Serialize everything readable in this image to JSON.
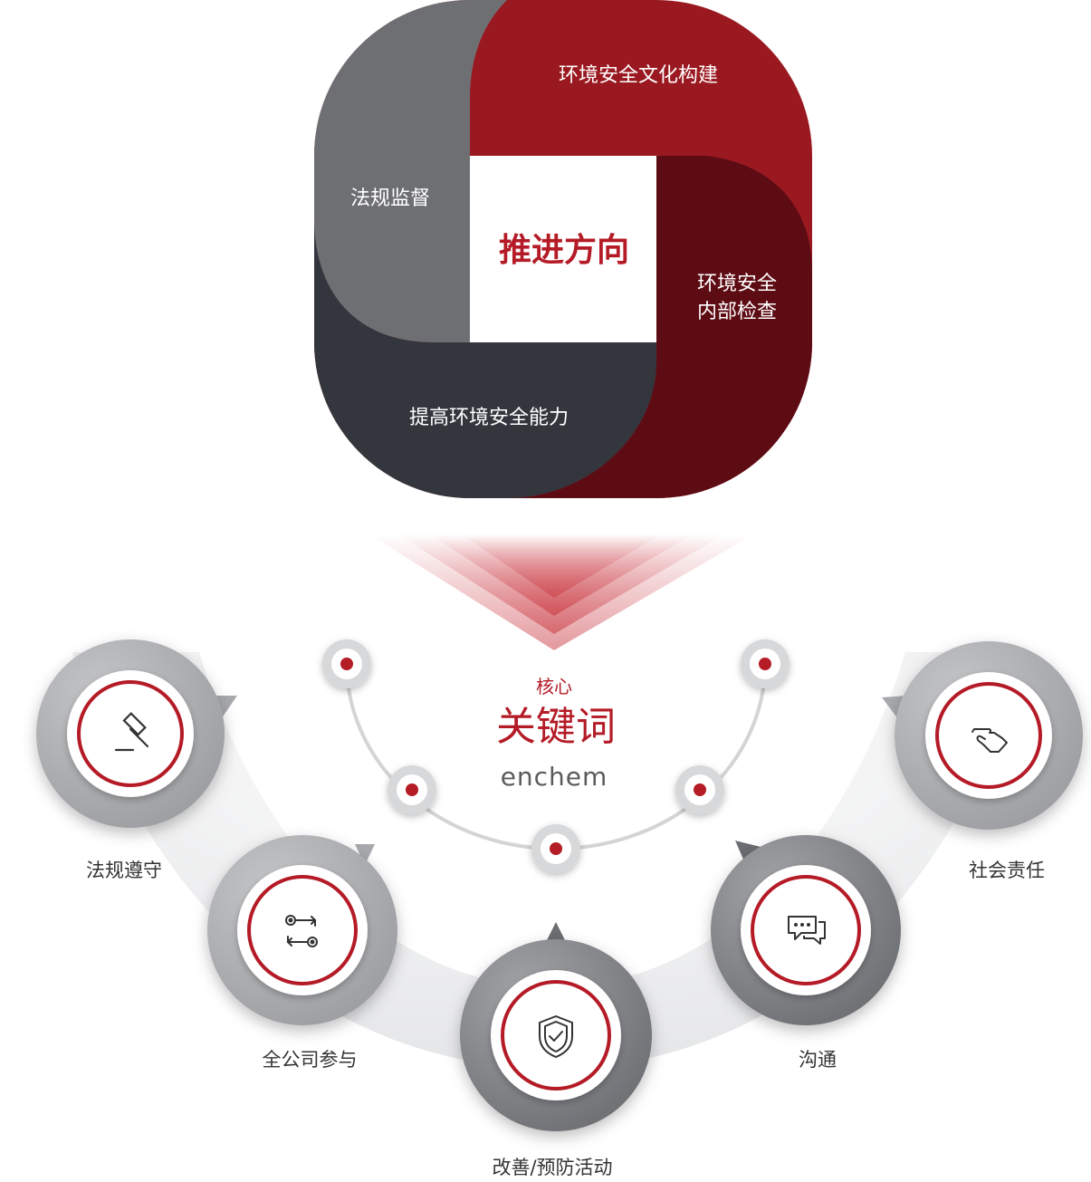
{
  "direction": {
    "center_title": "推进方向",
    "top_segment": "环境安全文化构建",
    "left_segment": "法规监督",
    "right_segment_line1": "环境安全",
    "right_segment_line2": "内部检查",
    "bottom_segment": "提高环境安全能力"
  },
  "core": {
    "small_title": "核心",
    "big_title": "关键词",
    "logo_text": "enchem"
  },
  "keywords": [
    {
      "label": "法规遵守",
      "icon": "gavel-icon"
    },
    {
      "label": "全公司参与",
      "icon": "process-flow-icon"
    },
    {
      "label": "改善/预防活动",
      "icon": "shield-check-icon"
    },
    {
      "label": "沟通",
      "icon": "chat-bubbles-icon"
    },
    {
      "label": "社会责任",
      "icon": "pointing-hand-icon"
    }
  ],
  "colors": {
    "accent_red": "#B41B26",
    "top_red": "#9A1920",
    "dark_red": "#5E0C14",
    "gray": "#6E6F73",
    "charcoal": "#33363D",
    "light_gray_disc": "#A7A9AC"
  }
}
